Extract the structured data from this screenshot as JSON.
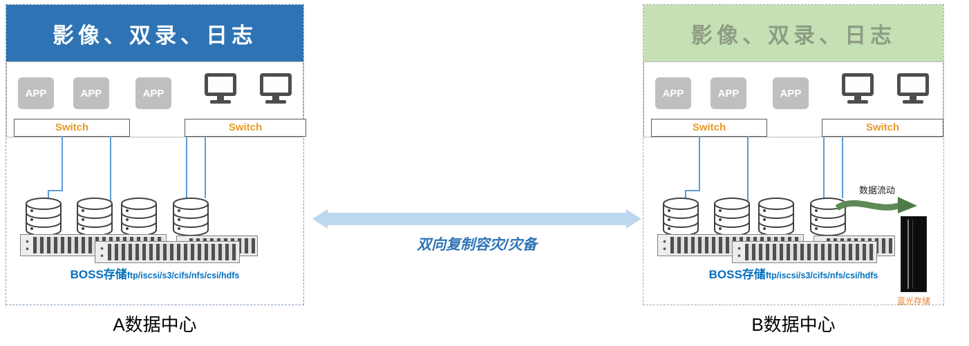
{
  "datacenters": [
    {
      "header": "影像、双录、日志",
      "apps": [
        "APP",
        "APP",
        "APP"
      ],
      "switches": [
        "Switch",
        "Switch"
      ],
      "storage_title": "BOSS存储",
      "storage_protocols": "ftp/iscsi/s3/cifs/nfs/csi/hdfs",
      "caption": "A数据中心"
    },
    {
      "header": "影像、双录、日志",
      "apps": [
        "APP",
        "APP",
        "APP"
      ],
      "switches": [
        "Switch",
        "Switch"
      ],
      "storage_title": "BOSS存储",
      "storage_protocols": "ftp/iscsi/s3/cifs/nfs/csi/hdfs",
      "caption": "B数据中心",
      "data_flow_label": "数据流动",
      "blu_ray_label": "蓝光存储"
    }
  ],
  "center": {
    "replication_label": "双向复制容灾/灾备"
  },
  "colors": {
    "dc_a_header_bg": "#2E74B5",
    "dc_a_header_text": "#FFFFFF",
    "dc_b_header_bg": "#C5E0B4",
    "dc_b_header_text": "#8D9C83",
    "app_icon_bg": "#BFBFBF",
    "switch_text": "#E69A28",
    "connector_line": "#5B9BD5",
    "storage_text": "#0070C0",
    "mid_arrow": "#BDD7EE",
    "replication_text": "#2E74B5",
    "data_flow_arrow": "#4F7A49",
    "blu_ray_text": "#ED7D31"
  }
}
